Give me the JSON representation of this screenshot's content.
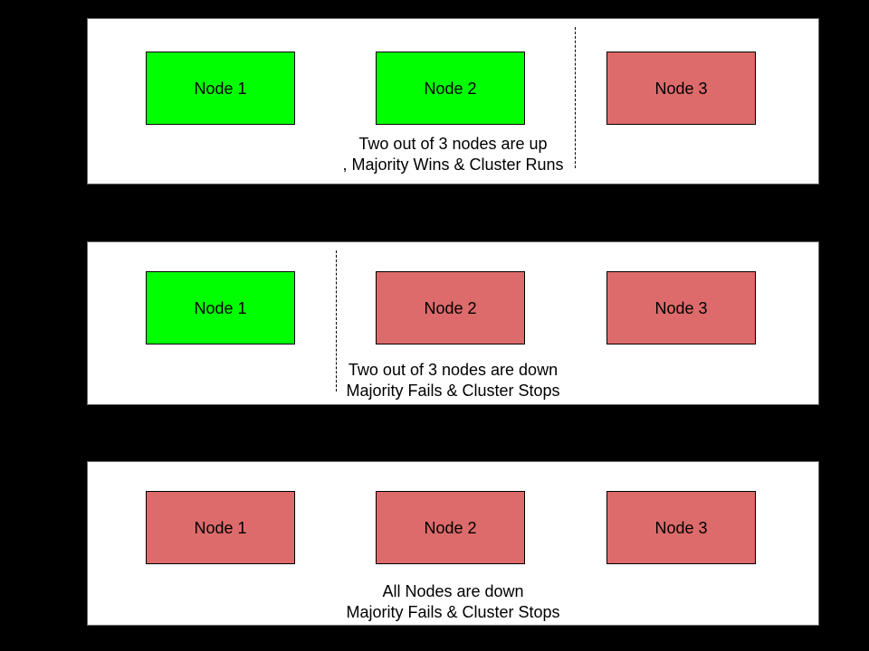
{
  "canvas": {
    "background": "#000000",
    "panel_background": "#ffffff",
    "panel_border_color": "#6b6b6b"
  },
  "palette": {
    "node_up": "#00ff00",
    "node_down": "#dd6b6b",
    "node_border": "#000000",
    "text": "#000000"
  },
  "panels": [
    {
      "id": "two-nodes-up",
      "nodes": [
        {
          "label": "Node 1",
          "status": "up",
          "color": "#00ff00"
        },
        {
          "label": "Node 2",
          "status": "up",
          "color": "#00ff00"
        },
        {
          "label": "Node 3",
          "status": "down",
          "color": "#dd6b6b"
        }
      ],
      "divider": {
        "style": "dashed",
        "between": "Node 2 and Node 3"
      },
      "caption": {
        "line1": "Two out of 3 nodes are up",
        "line2": ", Majority Wins & Cluster Runs"
      }
    },
    {
      "id": "two-nodes-down",
      "nodes": [
        {
          "label": "Node 1",
          "status": "up",
          "color": "#00ff00"
        },
        {
          "label": "Node 2",
          "status": "down",
          "color": "#dd6b6b"
        },
        {
          "label": "Node 3",
          "status": "down",
          "color": "#dd6b6b"
        }
      ],
      "divider": {
        "style": "dashed",
        "between": "Node 1 and Node 2"
      },
      "caption": {
        "line1": "Two out of 3 nodes are down",
        "line2": "Majority Fails & Cluster Stops"
      }
    },
    {
      "id": "all-nodes-down",
      "nodes": [
        {
          "label": "Node 1",
          "status": "down",
          "color": "#dd6b6b"
        },
        {
          "label": "Node 2",
          "status": "down",
          "color": "#dd6b6b"
        },
        {
          "label": "Node 3",
          "status": "down",
          "color": "#dd6b6b"
        }
      ],
      "caption": {
        "line1": "All Nodes are down",
        "line2": "Majority Fails & Cluster Stops"
      }
    }
  ]
}
